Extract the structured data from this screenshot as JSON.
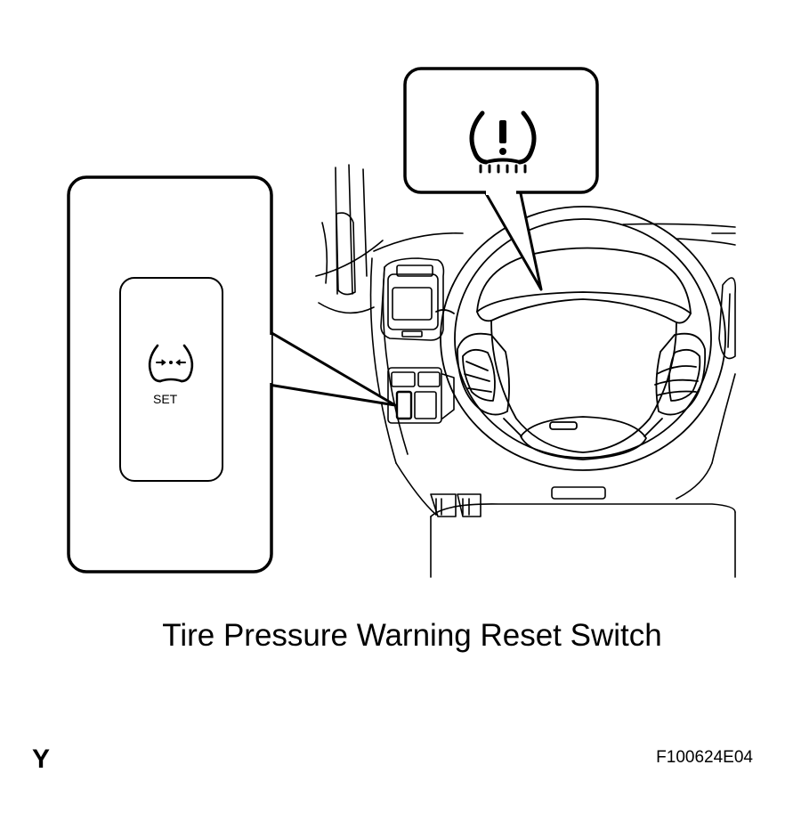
{
  "diagram": {
    "caption": "Tire Pressure Warning Reset Switch",
    "switch_label": "SET",
    "corner_letter": "Y",
    "figure_code": "F100624E04"
  },
  "icons": {
    "warning_icon": "tire-pressure-warning-icon",
    "reset_icon": "tire-pressure-reset-icon"
  }
}
